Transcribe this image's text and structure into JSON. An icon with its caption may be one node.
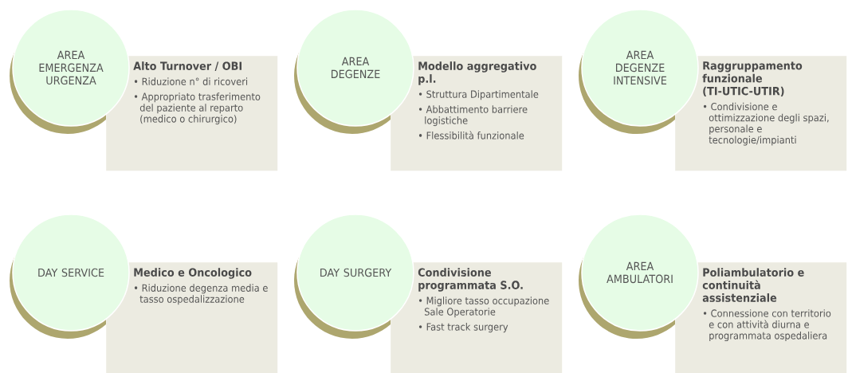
{
  "diagram": {
    "nodes": [
      {
        "text": [
          "AREA EMERGENZA URGENZA"
        ]
      },
      {
        "text": [
          "Alto Turnover / OBI",
          "• Riduzione n° di ricoveri",
          "• Appropriato trasferimento del paziente al reparto (medico o chirurgico)"
        ]
      },
      {
        "text": [
          "AREA DEGENZE"
        ]
      },
      {
        "text": [
          "Modello aggregativo p.l.",
          "• Struttura Dipartimentale",
          "• Abbattimento barriere logistiche",
          "• Flessibilità funzionale"
        ]
      },
      {
        "text": [
          "AREA DEGENZE INTENSIVE"
        ]
      },
      {
        "text": [
          "Raggruppamento funzionale (TI-UTIC-UTIR)",
          "• Condivisione e ottimizzazione degli spazi, personale e tecnologie/impianti"
        ]
      },
      {
        "text": [
          "DAY SERVICE"
        ]
      },
      {
        "text": [
          "Medico e Oncologico",
          "• Riduzione degenza media e tasso ospedalizzazione"
        ]
      },
      {
        "text": [
          "DAY SURGERY"
        ]
      },
      {
        "text": [
          "Condivisione programmata S.O.",
          "• Migliore tasso occupazione Sale Operatorie",
          "• Fast track surgery"
        ]
      },
      {
        "text": [
          "AREA AMBULATORI"
        ]
      },
      {
        "text": [
          "Poliambulatorio e continuità assistenziale",
          "• Connessione con territorio e con attività diurna e programmata ospedaliera"
        ]
      }
    ]
  }
}
